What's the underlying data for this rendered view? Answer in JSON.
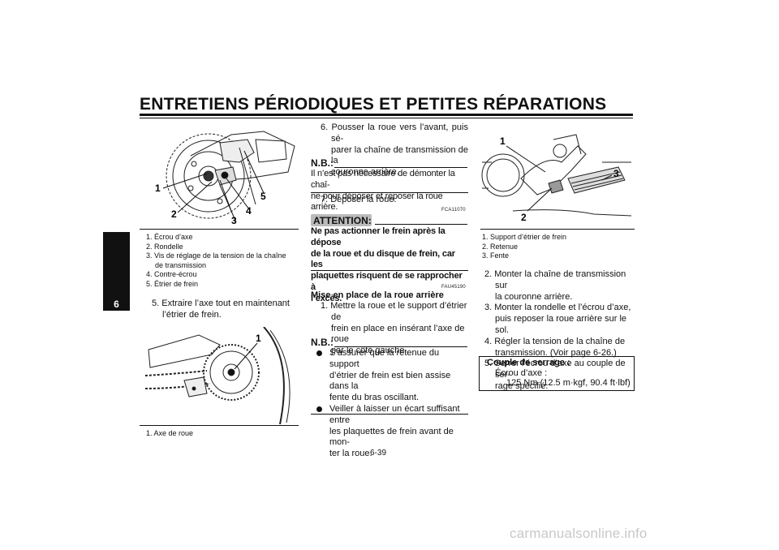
{
  "header": {
    "title": "ENTRETIENS PÉRIODIQUES ET PETITES RÉPARATIONS"
  },
  "chapter": "6",
  "col1": {
    "figure1_callouts": [
      "1",
      "2",
      "3",
      "4",
      "5"
    ],
    "figure1_caption": [
      "1. Écrou d’axe",
      "2. Rondelle",
      "3. Vis de réglage de la tension de la chaîne",
      "de transmission",
      "4. Contre-écrou",
      "5. Étrier de frein"
    ],
    "step5": [
      "5. Extraire l’axe tout en maintenant",
      "l’étrier de frein."
    ],
    "figure2_callout": "1",
    "figure2_caption": "1. Axe de roue"
  },
  "col2": {
    "step6": [
      "6. Pousser la roue vers l’avant, puis sé-",
      "parer la chaîne de transmission de la",
      "couronne arrière."
    ],
    "nb1_title": "N.B.:",
    "nb1_text": [
      "Il n’est pas nécessaire de démonter la chaî-",
      "ne pour déposer et reposer la roue arrière."
    ],
    "step7": "7. Déposer la roue.",
    "code1": "FCA11070",
    "attention_label": "ATTENTION:",
    "attention_text": [
      "Ne pas actionner le frein après la dépose",
      "de la roue et du disque de frein, car les",
      "plaquettes risquent de se rapprocher à",
      "l’excès."
    ],
    "code2": "FAU45190",
    "section_title": "Mise en place de la roue arrière",
    "step1": [
      "1. Mettre la roue et le support d’étrier de",
      "frein en place en insérant l’axe de roue",
      "par le côté gauche."
    ],
    "nb2_title": "N.B.:",
    "nb2_bullets": [
      [
        "S’assurer que la retenue du support",
        "d’étrier de frein est bien assise dans la",
        "fente du bras oscillant."
      ],
      [
        "Veiller à laisser un écart suffisant entre",
        "les plaquettes de frein avant de mon-",
        "ter la roue."
      ]
    ]
  },
  "col3": {
    "figure3_callouts": [
      "1",
      "2",
      "3"
    ],
    "figure3_caption": [
      "1. Support d’étrier de frein",
      "2. Retenue",
      "3. Fente"
    ],
    "steps": [
      [
        "2. Monter la chaîne de transmission sur",
        "la couronne arrière."
      ],
      [
        "3. Monter la rondelle et l’écrou d’axe,",
        "puis reposer la roue arrière sur le sol."
      ],
      [
        "4. Régler la tension de la chaîne de",
        "transmission. (Voir page 6-26.)"
      ],
      [
        "5. Serrer l’écrou d’axe au couple de ser-",
        "rage spécifié."
      ]
    ],
    "torque_title": "Couple de serrage :",
    "torque_item": "Écrou d’axe :",
    "torque_value": "125 Nm (12.5 m·kgf, 90.4 ft·lbf)"
  },
  "footer": {
    "page_number": "6-39",
    "watermark": "carmanualsonline.info"
  }
}
